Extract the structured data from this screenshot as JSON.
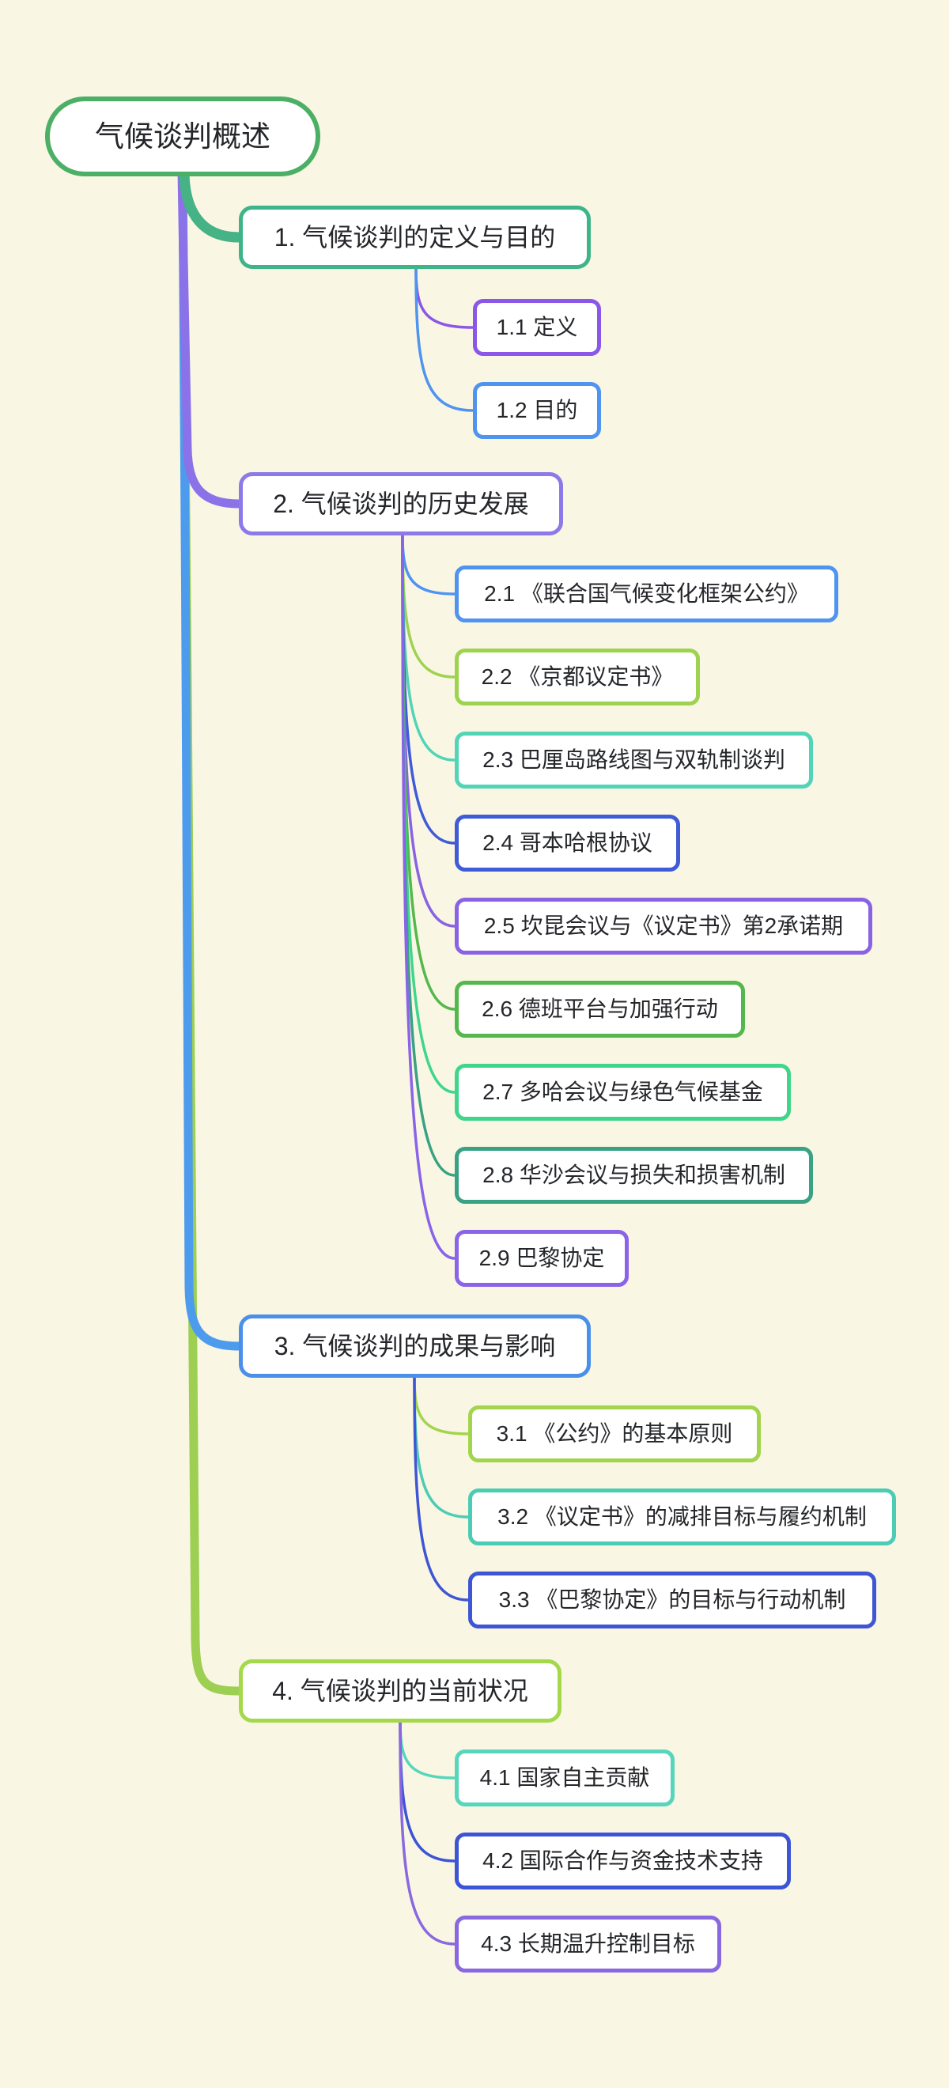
{
  "canvas": {
    "background": "#FAF6E4",
    "node_fill": "#FFFFFF",
    "text_color": "#24262A"
  },
  "mindmap": {
    "root": {
      "label": "气候谈判概述",
      "color": "#4CAF66"
    },
    "trunk_colors": {
      "to_section_1": "#45B385",
      "to_section_2": "#8B72E8",
      "to_section_3": "#4D9BED",
      "to_section_4": "#9CCF52"
    },
    "sections": [
      {
        "label": "1. 气候谈判的定义与目的",
        "color": "#3EB489",
        "children": [
          {
            "label": "1.1 定义",
            "color": "#8A57E8"
          },
          {
            "label": "1.2 目的",
            "color": "#4F94EF"
          }
        ]
      },
      {
        "label": "2. 气候谈判的历史发展",
        "color": "#8E79E9",
        "children": [
          {
            "label": "2.1 《联合国气候变化框架公约》",
            "color": "#4F94EF"
          },
          {
            "label": "2.2 《京都议定书》",
            "color": "#9ED34F"
          },
          {
            "label": "2.3 巴厘岛路线图与双轨制谈判",
            "color": "#52D4B7"
          },
          {
            "label": "2.4 哥本哈根协议",
            "color": "#3F5BD8"
          },
          {
            "label": "2.5 坎昆会议与《议定书》第2承诺期",
            "color": "#8A63E3"
          },
          {
            "label": "2.6 德班平台与加强行动",
            "color": "#54B84C"
          },
          {
            "label": "2.7 多哈会议与绿色气候基金",
            "color": "#3FD68C"
          },
          {
            "label": "2.8 华沙会议与损失和损害机制",
            "color": "#38A283"
          },
          {
            "label": "2.9 巴黎协定",
            "color": "#8A63E8"
          }
        ]
      },
      {
        "label": "3. 气候谈判的成果与影响",
        "color": "#4A90EA",
        "children": [
          {
            "label": "3.1 《公约》的基本原则",
            "color": "#A3D44E"
          },
          {
            "label": "3.2 《议定书》的减排目标与履约机制",
            "color": "#4CCCB4"
          },
          {
            "label": "3.3 《巴黎协定》的目标与行动机制",
            "color": "#3F56D4"
          }
        ]
      },
      {
        "label": "4. 气候谈判的当前状况",
        "color": "#A4D94C",
        "children": [
          {
            "label": "4.1 国家自主贡献",
            "color": "#57D6BB"
          },
          {
            "label": "4.2 国际合作与资金技术支持",
            "color": "#3C55D6"
          },
          {
            "label": "4.3 长期温升控制目标",
            "color": "#8A68E0"
          }
        ]
      }
    ]
  }
}
